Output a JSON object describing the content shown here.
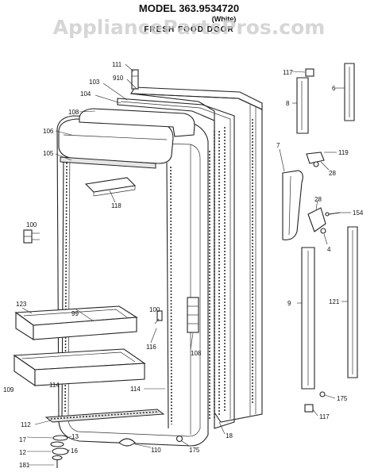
{
  "header": {
    "title": "MODEL 363.9534720",
    "variant": "(White)",
    "subtitle": "FRESH FOOD DOOR",
    "watermark": "AppliancePartsPros.com"
  },
  "labels": {
    "l111": "111",
    "l910": "910",
    "l103": "103",
    "l104": "104",
    "l108": "108",
    "l106": "106",
    "l105": "105",
    "l118": "118",
    "l100a": "100",
    "l123": "123",
    "l99": "99",
    "l109": "109",
    "l114a": "114",
    "l100b": "100",
    "l116": "116",
    "l108b": "108",
    "l114b": "114",
    "l112": "112",
    "l13": "13",
    "l17": "17",
    "l12": "12",
    "l16": "16",
    "l181": "181",
    "l110": "110",
    "l175a": "175",
    "l18": "18",
    "l117a": "117",
    "l6": "6",
    "l8": "8",
    "l7": "7",
    "l119": "119",
    "l28a": "28",
    "l28b": "28",
    "l154": "154",
    "l4": "4",
    "l9": "9",
    "l121": "121",
    "l175b": "175",
    "l117b": "117"
  }
}
